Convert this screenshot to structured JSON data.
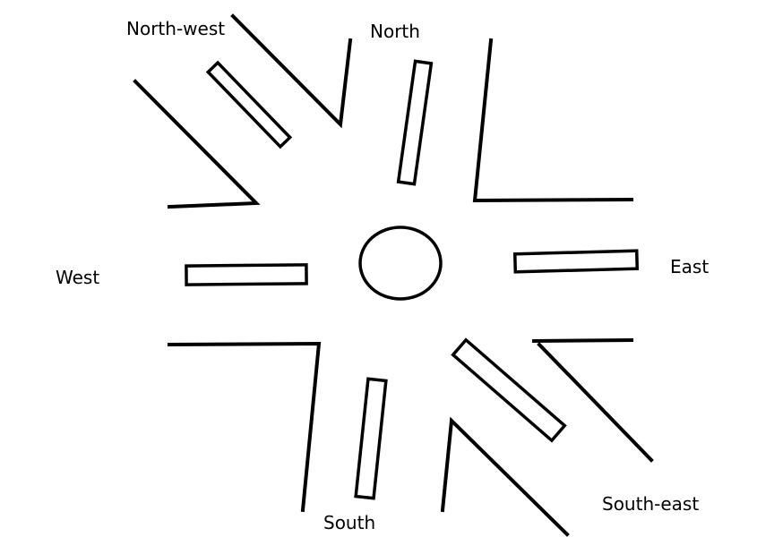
{
  "labels": {
    "north_west": "North-west",
    "north": "North",
    "west": "West",
    "east": "East",
    "south": "South",
    "south_east": "South-east"
  },
  "colors": {
    "stroke": "#000000",
    "background": "#ffffff"
  }
}
